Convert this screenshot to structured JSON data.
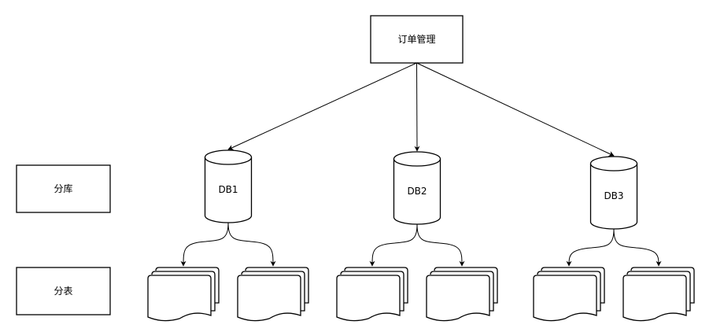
{
  "root": {
    "label": "订单管理"
  },
  "legend": [
    {
      "id": "db-level",
      "label": "分库"
    },
    {
      "id": "table-level",
      "label": "分表"
    }
  ],
  "databases": [
    {
      "label": "DB1",
      "tables": 2
    },
    {
      "label": "DB2",
      "tables": 2
    },
    {
      "label": "DB3",
      "tables": 2
    }
  ],
  "colors": {
    "stroke": "#000000",
    "fill": "#ffffff"
  }
}
